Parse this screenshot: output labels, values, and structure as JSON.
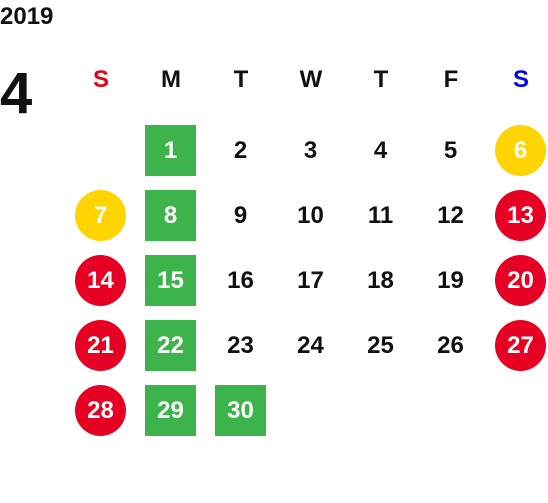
{
  "calendar": {
    "year": "2019",
    "month": "4",
    "weekdays": [
      "S",
      "M",
      "T",
      "W",
      "T",
      "F",
      "S"
    ],
    "weeks": [
      [
        {
          "d": "",
          "t": "empty"
        },
        {
          "d": "1",
          "t": "holiday"
        },
        {
          "d": "2",
          "t": "normal"
        },
        {
          "d": "3",
          "t": "normal"
        },
        {
          "d": "4",
          "t": "normal"
        },
        {
          "d": "5",
          "t": "normal"
        },
        {
          "d": "6",
          "t": "event"
        }
      ],
      [
        {
          "d": "7",
          "t": "event"
        },
        {
          "d": "8",
          "t": "holiday"
        },
        {
          "d": "9",
          "t": "normal"
        },
        {
          "d": "10",
          "t": "normal"
        },
        {
          "d": "11",
          "t": "normal"
        },
        {
          "d": "12",
          "t": "normal"
        },
        {
          "d": "13",
          "t": "weekend"
        }
      ],
      [
        {
          "d": "14",
          "t": "weekend"
        },
        {
          "d": "15",
          "t": "holiday"
        },
        {
          "d": "16",
          "t": "normal"
        },
        {
          "d": "17",
          "t": "normal"
        },
        {
          "d": "18",
          "t": "normal"
        },
        {
          "d": "19",
          "t": "normal"
        },
        {
          "d": "20",
          "t": "weekend"
        }
      ],
      [
        {
          "d": "21",
          "t": "weekend"
        },
        {
          "d": "22",
          "t": "holiday"
        },
        {
          "d": "23",
          "t": "normal"
        },
        {
          "d": "24",
          "t": "normal"
        },
        {
          "d": "25",
          "t": "normal"
        },
        {
          "d": "26",
          "t": "normal"
        },
        {
          "d": "27",
          "t": "weekend"
        }
      ],
      [
        {
          "d": "28",
          "t": "weekend"
        },
        {
          "d": "29",
          "t": "holiday"
        },
        {
          "d": "30",
          "t": "holiday"
        },
        {
          "d": "",
          "t": "empty"
        },
        {
          "d": "",
          "t": "empty"
        },
        {
          "d": "",
          "t": "empty"
        },
        {
          "d": "",
          "t": "empty"
        }
      ]
    ]
  },
  "colors": {
    "sunday": "#e60012",
    "saturday": "#0000ee",
    "holiday_green": "#3cb44b",
    "weekend_red": "#e60023",
    "event_yellow": "#ffd400"
  }
}
